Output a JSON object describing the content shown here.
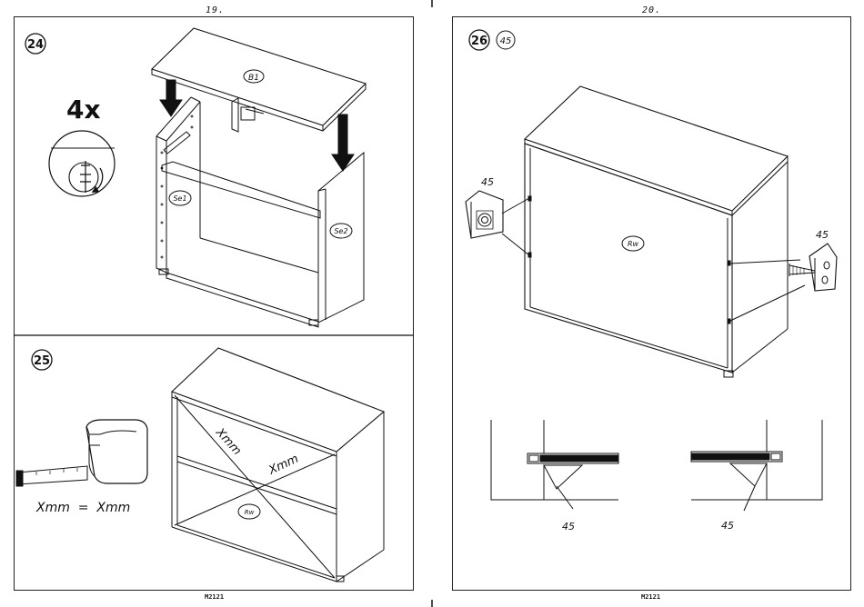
{
  "left_page": {
    "page_number": "19.",
    "footer_code": "M2121",
    "step24": {
      "step": "24",
      "quantity": "4x",
      "panel_top": "B1",
      "side_left": "Se1",
      "side_right": "Se2"
    },
    "step25": {
      "step": "25",
      "diag1": "Xmm",
      "diag2": "Xmm",
      "equation": "Xmm  =  Xmm",
      "back_panel": "Rw"
    }
  },
  "right_page": {
    "page_number": "20.",
    "footer_code": "M2121",
    "step26": {
      "step": "26",
      "part_ref": "45",
      "back_panel": "Rw",
      "part_left": "45",
      "part_right": "45",
      "detail_left": "45",
      "detail_right": "45"
    }
  }
}
